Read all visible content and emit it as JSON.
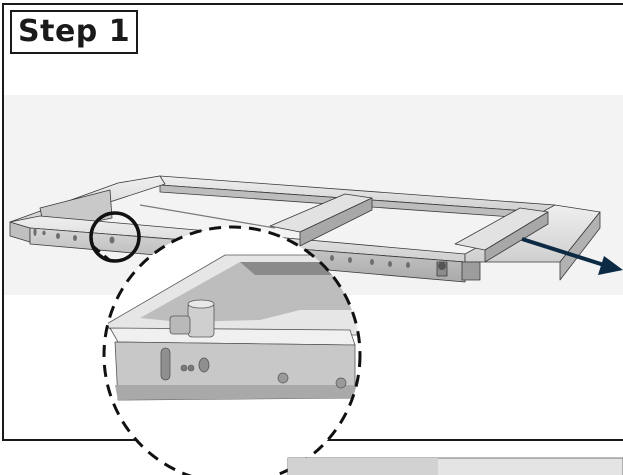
{
  "step": {
    "label": "Step 1"
  },
  "colors": {
    "frame_light": "#d9d9d9",
    "frame_mid": "#b8b8b8",
    "frame_dark": "#6e6e6e",
    "outline": "#3a3a3a",
    "arrow": "#0d2a44",
    "callout": "#111111"
  },
  "icons": [
    "callout-circle",
    "magnifier-dashed-circle",
    "direction-arrow"
  ]
}
